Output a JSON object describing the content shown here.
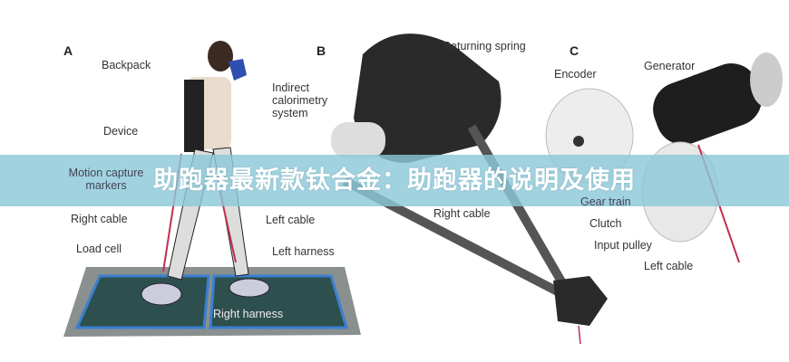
{
  "banner": {
    "title": "助跑器最新款钛合金：助跑器的说明及使用"
  },
  "figure": {
    "panel_a": {
      "letter": "A",
      "labels": {
        "backpack": "Backpack",
        "indirect": "Indirect calorimetry system",
        "device": "Device",
        "motion": "Motion capture markers",
        "right_cable": "Right cable",
        "load_cell": "Load cell",
        "left_cable": "Left cable",
        "left_harness": "Left harness",
        "right_harness": "Right harness"
      }
    },
    "panel_b": {
      "letter": "B",
      "labels": {
        "returning_spring": "Returning spring",
        "right_cable": "Right cable"
      }
    },
    "panel_c": {
      "letter": "C",
      "labels": {
        "encoder": "Encoder",
        "generator": "Generator",
        "gear_train": "Gear train",
        "clutch": "Clutch",
        "input_pulley": "Input pulley",
        "left_cable": "Left cable"
      }
    }
  }
}
